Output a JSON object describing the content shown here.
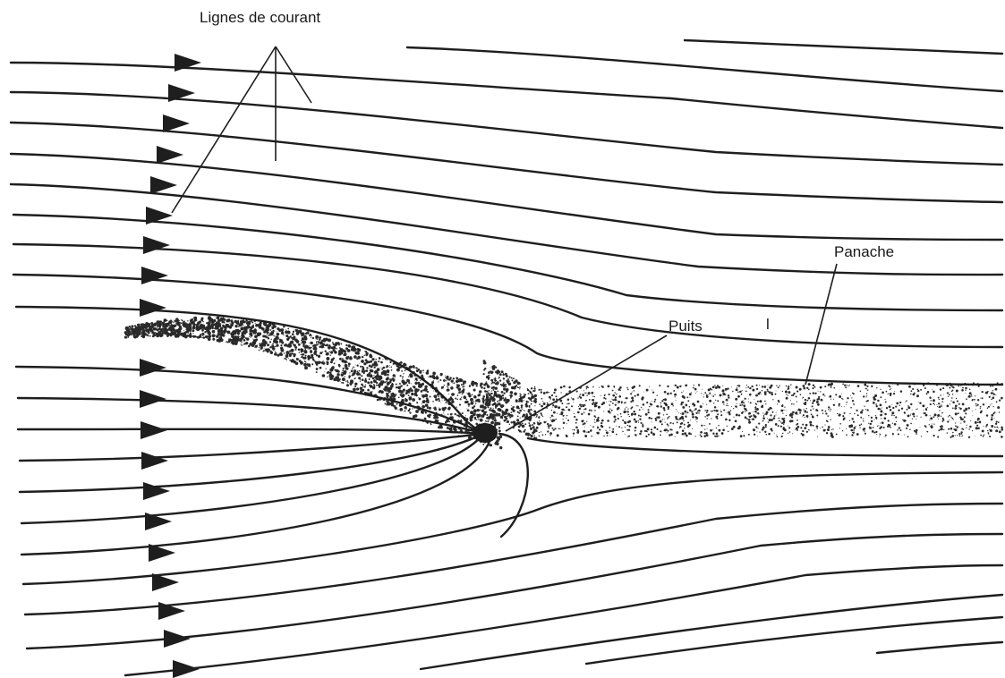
{
  "labels": {
    "streamlines": "Lignes de courant",
    "sink": "Puits",
    "plume": "Panache",
    "stray_mark": "l"
  }
}
